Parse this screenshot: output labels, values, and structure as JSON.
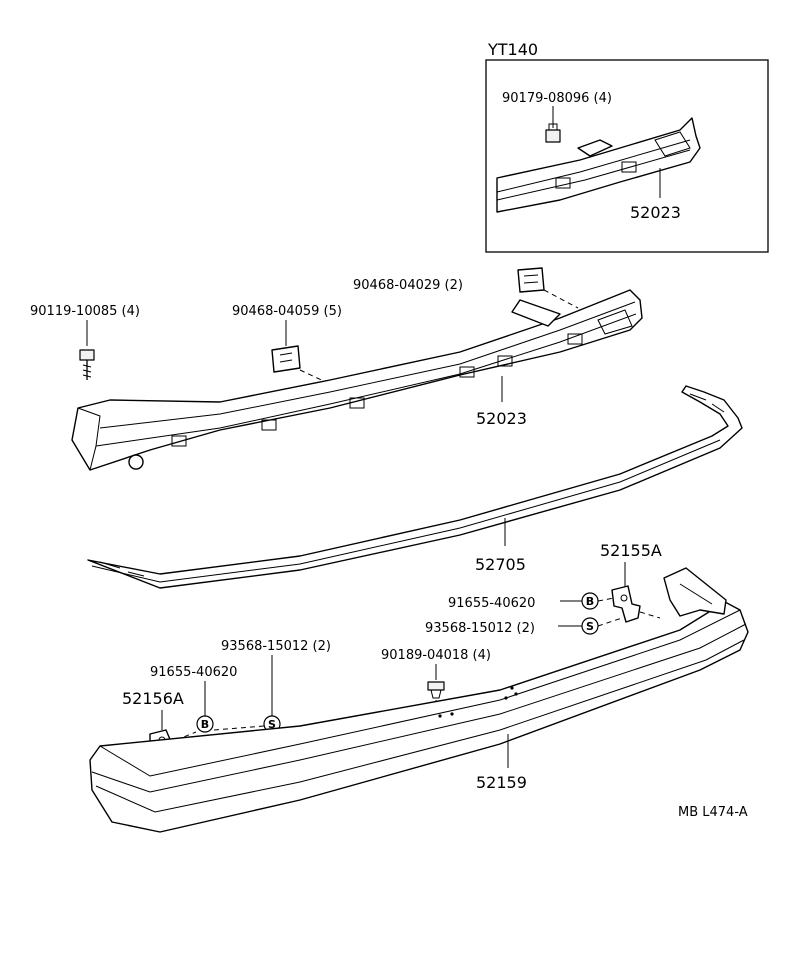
{
  "inset": {
    "model": "YT140",
    "bolt_label": "90179-08096 (4)",
    "part_label": "52023"
  },
  "reinforcement": {
    "bolt_label": "90119-10085 (4)",
    "bracket_center_label": "90468-04059 (5)",
    "bracket_right_label": "90468-04029 (2)",
    "part_label": "52023"
  },
  "moulding": {
    "part_label": "52705"
  },
  "right_side": {
    "support_label": "52155A",
    "screw_label": "91655-40620",
    "screw_symbol": "B",
    "clip_label": "93568-15012 (2)",
    "clip_symbol": "S"
  },
  "left_side": {
    "clip_label": "93568-15012 (2)",
    "screw_label": "91655-40620",
    "support_label": "52156A",
    "screw_symbol": "B",
    "clip_symbol": "S"
  },
  "bumper": {
    "fastener_label": "90189-04018 (4)",
    "part_label": "52159"
  },
  "diagram_code": "MB L474-A"
}
